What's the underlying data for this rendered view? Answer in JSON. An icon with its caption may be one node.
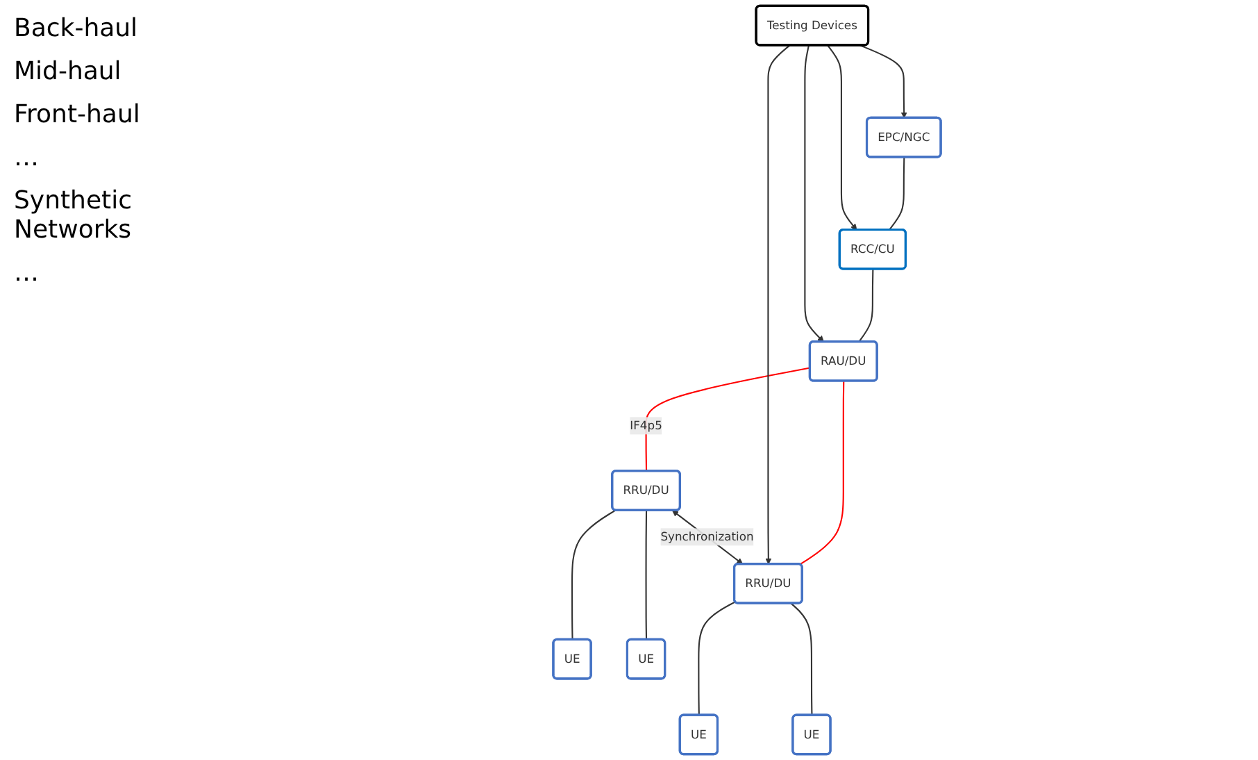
{
  "diagram": {
    "nodes": [
      {
        "text": [
          "EPC/NGC"
        ]
      },
      {
        "text": [
          "RCC/CU"
        ]
      },
      {
        "text": [
          "Testing Devices"
        ]
      },
      {
        "text": [
          "RAU/DU"
        ]
      },
      {
        "text": [
          "RRU/DU"
        ]
      },
      {
        "text": [
          "RRU/DU"
        ]
      },
      {
        "text": [
          "UE"
        ]
      },
      {
        "text": [
          "UE"
        ]
      },
      {
        "text": [
          "UE"
        ]
      },
      {
        "text": [
          "UE"
        ]
      }
    ],
    "edges": [
      {
        "from": 0,
        "to": 1,
        "arrow": "none"
      },
      {
        "from": 1,
        "to": 3,
        "arrow": "none"
      },
      {
        "from": 3,
        "to": 4,
        "arrow": "none",
        "label": "IF4p5",
        "color": "#ff0000"
      },
      {
        "from": 3,
        "to": 5,
        "arrow": "none",
        "color": "#ff0000"
      },
      {
        "from": 2,
        "to": 0,
        "arrow": "to"
      },
      {
        "from": 2,
        "to": 1,
        "arrow": "to"
      },
      {
        "from": 2,
        "to": 3,
        "arrow": "to"
      },
      {
        "from": 2,
        "to": 5,
        "arrow": "to"
      },
      {
        "from": 4,
        "to": 5,
        "arrow": "both",
        "label": "Synchronization"
      },
      {
        "from": 4,
        "to": 6,
        "arrow": "none"
      },
      {
        "from": 4,
        "to": 7,
        "arrow": "none"
      },
      {
        "from": 5,
        "to": 8,
        "arrow": "none"
      },
      {
        "from": 5,
        "to": 9,
        "arrow": "none"
      }
    ],
    "labels": [
      "Back-haul",
      "Mid-haul",
      "Front-haul",
      "…",
      "Synthetic Networks",
      "…"
    ]
  }
}
